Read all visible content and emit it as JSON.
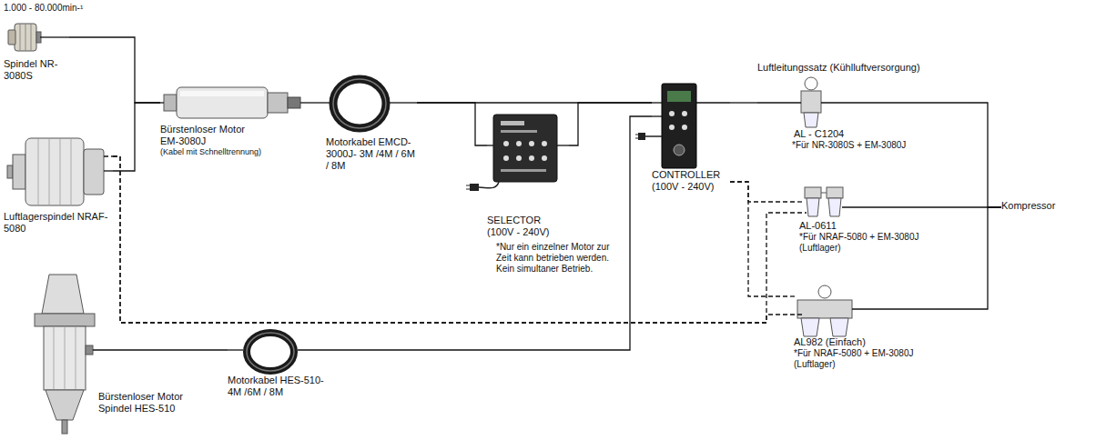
{
  "diagram": {
    "nodes": [
      {
        "text": [
          "Spindel NR-3080S"
        ]
      },
      {
        "text": [
          "Luftlagerspindel NRAF-5080"
        ]
      },
      {
        "text": [
          "Bürstenloser Motor EM-3080J",
          "(Kabel mit Schnelltrennung)"
        ]
      },
      {
        "text": [
          "Motorkabel EMCD-3000J- 3M /4M / 6M / 8M"
        ]
      },
      {
        "text": [
          "SELECTOR (100V - 240V)"
        ]
      },
      {
        "text": [
          "CONTROLLER (100V - 240V)"
        ]
      },
      {
        "text": [
          "Luftleitungssatz (Kühlluftversorgung)",
          "AL - C1204",
          "*Für NR-3080S + EM-3080J"
        ]
      },
      {
        "text": [
          "AL-0611",
          "*Für NRAF-5080 + EM-3080J (Luftlager)"
        ]
      },
      {
        "text": [
          "AL982 (Einfach)",
          "*Für NRAF-5080 + EM-3080J (Luftlager)"
        ]
      },
      {
        "text": [
          "Kompressor"
        ]
      },
      {
        "text": [
          "Bürstenloser Motor Spindel HES-510"
        ]
      },
      {
        "text": [
          "Motorkabel HES-510-4M /6M / 8M"
        ]
      }
    ],
    "edges": [
      {
        "from": 0,
        "to": 2,
        "arrow": "none"
      },
      {
        "from": 1,
        "to": 2,
        "arrow": "none"
      },
      {
        "from": 2,
        "to": 3,
        "arrow": "none"
      },
      {
        "from": 3,
        "to": 4,
        "arrow": "none"
      },
      {
        "from": 4,
        "to": 5,
        "arrow": "none"
      },
      {
        "from": 3,
        "to": 5,
        "arrow": "none"
      },
      {
        "from": 5,
        "to": 6,
        "arrow": "none"
      },
      {
        "from": 6,
        "to": 9,
        "arrow": "none"
      },
      {
        "from": 7,
        "to": 9,
        "arrow": "none"
      },
      {
        "from": 8,
        "to": 9,
        "arrow": "none"
      },
      {
        "from": 5,
        "to": 7,
        "arrow": "none"
      },
      {
        "from": 5,
        "to": 8,
        "arrow": "none"
      },
      {
        "from": 1,
        "to": 7,
        "arrow": "none"
      },
      {
        "from": 1,
        "to": 8,
        "arrow": "none"
      },
      {
        "from": 10,
        "to": 11,
        "arrow": "none"
      },
      {
        "from": 11,
        "to": 5,
        "arrow": "none"
      }
    ],
    "labels": [
      "1.000 - 80.000min-¹",
      "*Nur ein einzelner Motor zur Zeit kann betrieben werden. Kein simultaner Betrieb."
    ]
  }
}
